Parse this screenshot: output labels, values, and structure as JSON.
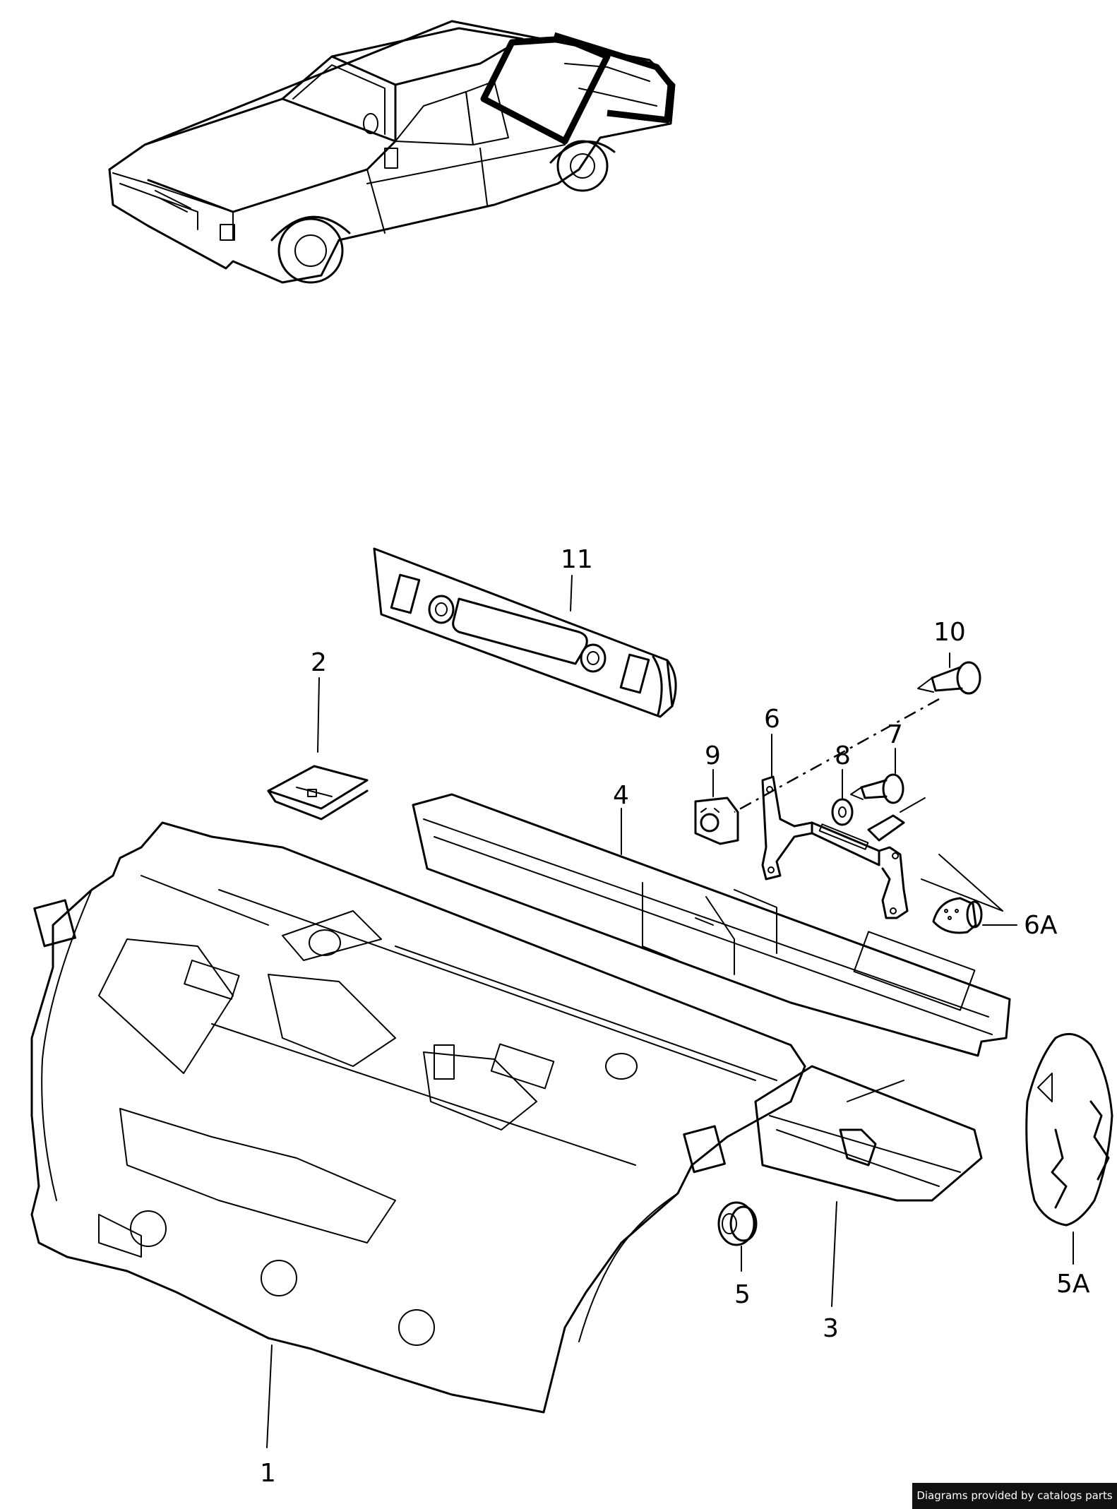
{
  "callouts": {
    "p1": "1",
    "p2": "2",
    "p3": "3",
    "p4": "4",
    "p5": "5",
    "p5a": "5A",
    "p6": "6",
    "p6a": "6A",
    "p7": "7",
    "p8": "8",
    "p9": "9",
    "p10": "10",
    "p11": "11"
  },
  "footer": "Diagrams provided by catalogs parts"
}
